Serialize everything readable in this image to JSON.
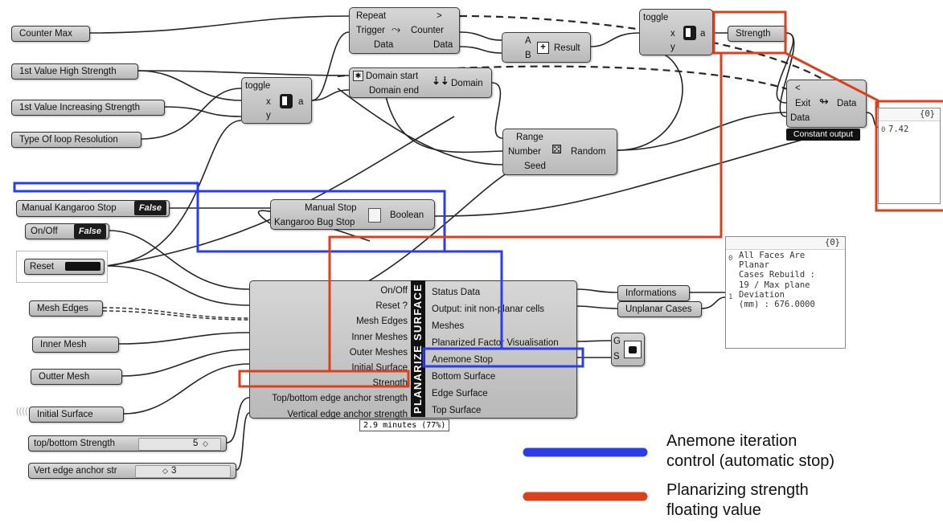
{
  "params": {
    "counter_max": "Counter Max",
    "first_high": "1st Value High Strength",
    "first_inc": "1st Value Increasing Strength",
    "loop_res": "Type Of loop Resolution",
    "manual_stop": "Manual Kangaroo Stop",
    "onoff": "On/Off",
    "reset": "Reset",
    "mesh_edges": "Mesh Edges",
    "inner_mesh": "Inner Mesh",
    "outter_mesh": "Outter Mesh",
    "initial_surface": "Initial Surface",
    "strength": "Strength",
    "informations": "Informations",
    "unplanar": "Unplanar Cases"
  },
  "toggles": {
    "manual_value": "False",
    "onoff_value": "False"
  },
  "sliders": {
    "topbottom": {
      "label": "top/bottom Strength",
      "value": "5"
    },
    "vert": {
      "label": "Vert edge anchor str",
      "value": "3"
    }
  },
  "counter": {
    "in": [
      "Repeat",
      "Trigger",
      "Data"
    ],
    "out": [
      ">",
      "Counter",
      "Data"
    ]
  },
  "toggle_top": {
    "title": "toggle",
    "in": [
      "x",
      "y"
    ],
    "out": "a"
  },
  "toggle_left": {
    "title": "toggle",
    "in": [
      "x",
      "y"
    ],
    "out": "a"
  },
  "addition": {
    "in": [
      "A",
      "B"
    ],
    "out": "Result",
    "icon": "+"
  },
  "domain": {
    "in": [
      "Domain start",
      "Domain end"
    ],
    "out": "Domain"
  },
  "random": {
    "in": [
      "Range",
      "Number",
      "Seed"
    ],
    "out": "Random"
  },
  "exit": {
    "in": [
      "<",
      "Exit",
      "Data"
    ],
    "out": "Data",
    "caption": "Constant output"
  },
  "boolean": {
    "in": [
      "Manual Stop",
      "Kangaroo Bug Stop"
    ],
    "out": "Boolean"
  },
  "planarize": {
    "title": "PLANARIZE SURFACE",
    "inputs": [
      "On/Off",
      "Reset ?",
      "Mesh Edges",
      "Inner Meshes",
      "Outer Meshes",
      "Initial Surface",
      "Strength",
      "Top/bottom edge anchor strength",
      "Vertical edge anchor strength"
    ],
    "outputs": [
      "Status Data",
      "Output: init non-planar cells",
      "Meshes",
      "Planarized Factor Visualisation",
      "Anemone Stop",
      "Bottom Surface",
      "Edge Surface",
      "Top Surface"
    ],
    "timer": "2.9 minutes (77%)"
  },
  "gs": {
    "in": [
      "G",
      "S"
    ]
  },
  "panel_output": {
    "header": "{0}",
    "index": "0",
    "value": "7.42"
  },
  "panel_info": {
    "header": "{0}",
    "index0": "0",
    "index1": "1",
    "lines": [
      "All Faces Are",
      "Planar",
      "Cases Rebuild :",
      "19 / Max plane",
      "Deviation",
      "(mm) : 676.0000"
    ]
  },
  "legend": {
    "blue_line1": "Anemone iteration",
    "blue_line2": "control (automatic stop)",
    "red_line1": "Planarizing strength",
    "red_line2": "floating value",
    "blue_color": "#2a3de6",
    "red_color": "#d9401e"
  }
}
